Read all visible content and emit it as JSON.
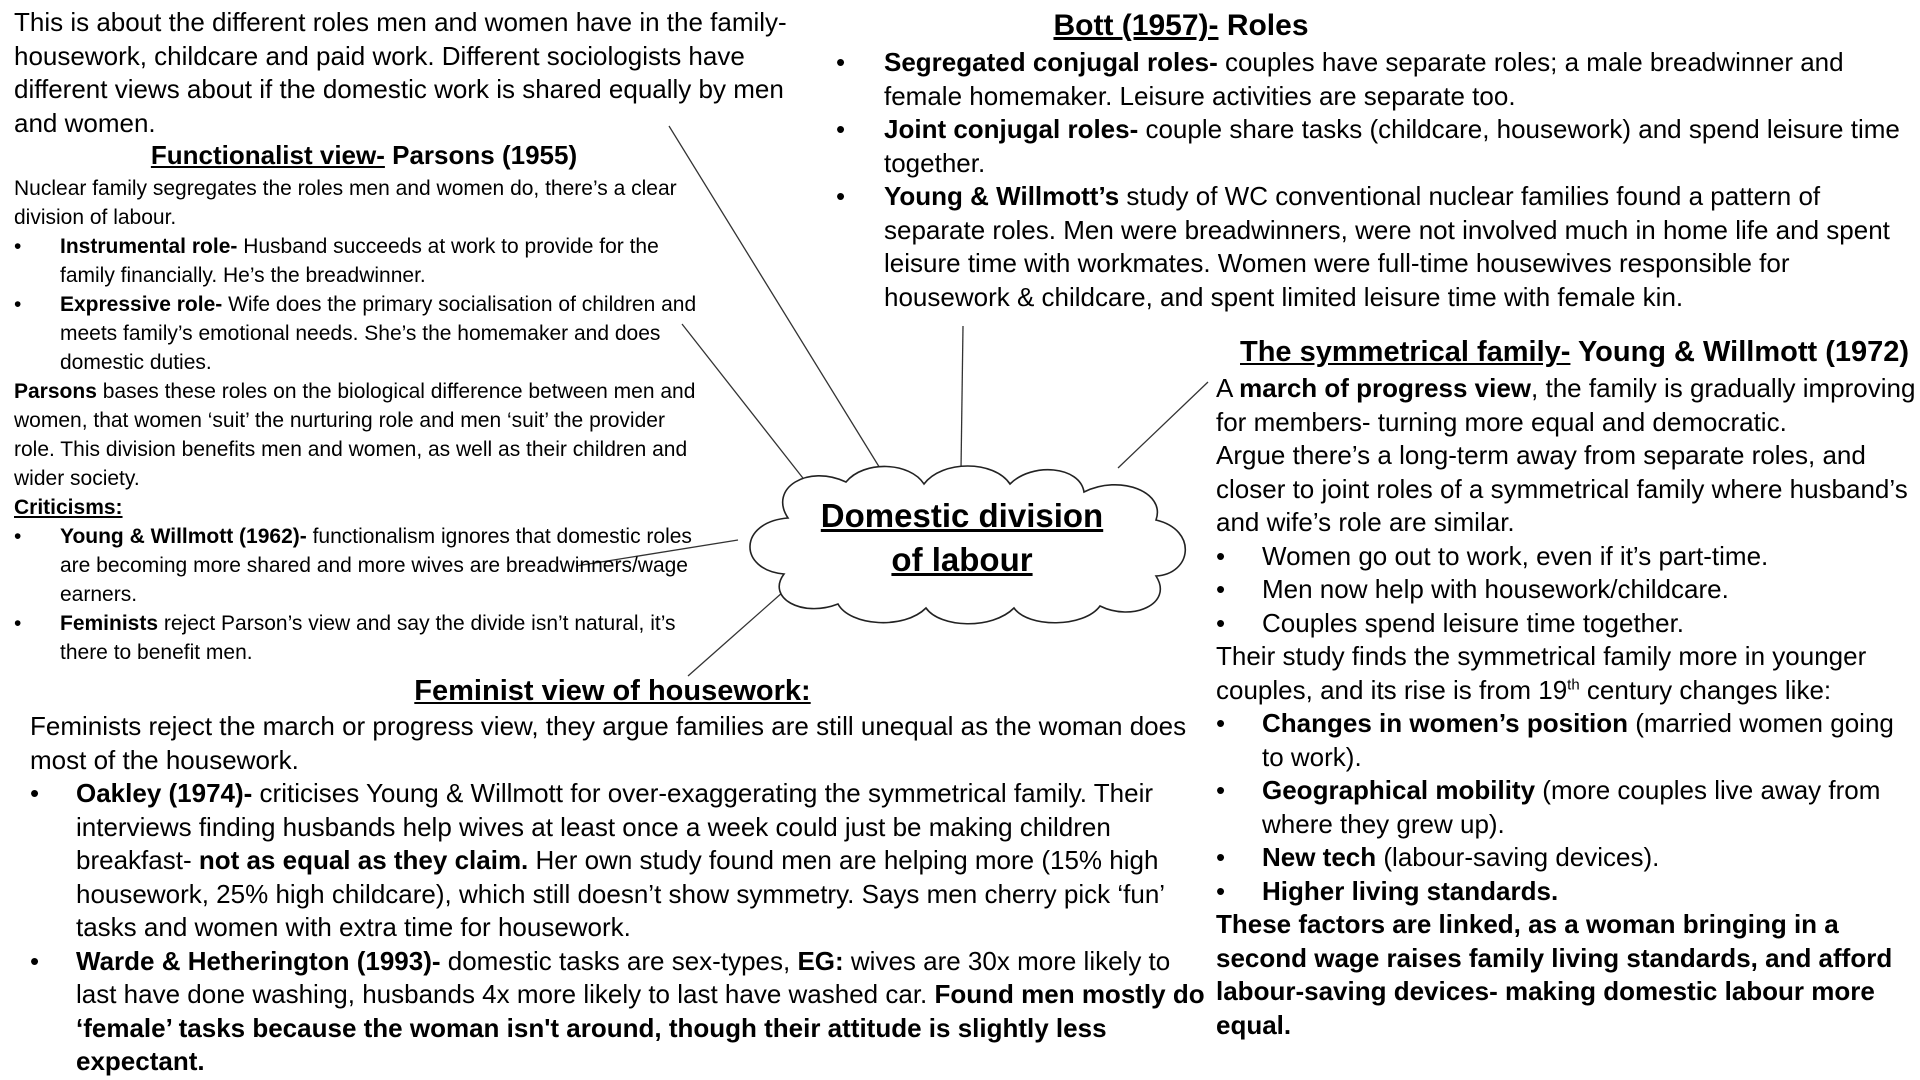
{
  "center": {
    "title": "Domestic division of labour"
  },
  "intro": {
    "text": "This is about the different roles men and women have in the family- housework, childcare and paid work. Different sociologists have different views about if the domestic work is shared equally by men and women."
  },
  "functionalist": {
    "heading_underlined": "Functionalist view-",
    "heading_rest": " Parsons (1955)",
    "summary": "Nuclear family segregates the roles men and women do, there’s a clear division of labour.",
    "roles": [
      {
        "term": "Instrumental role-",
        "text": " Husband succeeds at work to provide for the family financially. He’s the breadwinner."
      },
      {
        "term": "Expressive role-",
        "text": " Wife does the primary socialisation of children and meets family’s emotional needs. She’s the homemaker and does domestic duties."
      }
    ],
    "parsons_term": "Parsons",
    "parsons_text": " bases these roles on the biological difference between men and women, that women ‘suit’ the nurturing role and men ‘suit’ the provider role. This division benefits men and women, as well as their children and wider society.",
    "criticisms_label": "Criticisms:",
    "criticisms": [
      {
        "term": "Young & Willmott (1962)-",
        "text": " functionalism ignores that domestic roles are becoming more shared and more wives are breadwinners/wage earners."
      },
      {
        "term": "Feminists",
        "text": " reject Parson’s view and say the divide isn’t natural, it’s there to benefit men."
      }
    ]
  },
  "bott": {
    "heading_underlined": "Bott (1957)-",
    "heading_rest": " Roles",
    "items": [
      {
        "term": "Segregated conjugal roles-",
        "text": " couples have separate roles; a male breadwinner and female homemaker. Leisure activities are separate too."
      },
      {
        "term": "Joint conjugal roles-",
        "text": " couple share tasks (childcare, housework) and spend leisure time together."
      },
      {
        "term": "Young & Willmott’s",
        "text": " study of WC conventional nuclear families found a pattern of separate roles. Men were breadwinners, were not involved much in home life and spent leisure time with workmates. Women were full-time housewives responsible for housework & childcare, and spent limited leisure time with female kin."
      }
    ]
  },
  "symmetrical": {
    "heading_underlined": "The symmetrical family-",
    "heading_rest": " Young & Willmott (1972)",
    "p1_prefix": "A ",
    "p1_term": "march of progress view",
    "p1_text": ", the family is gradually improving for members- turning more equal and democratic.",
    "p2": "Argue there’s a long-term away from separate roles, and closer to joint roles of a symmetrical family where husband’s and wife’s role are similar.",
    "changes": [
      "Women go out to work, even if it’s part-time.",
      "Men now help with housework/childcare.",
      "Couples spend leisure time together."
    ],
    "study_before_sup": "Their study finds the symmetrical family more in younger couples, and its rise is from 19",
    "study_sup": "th",
    "study_after_sup": " century changes like:",
    "factors": [
      {
        "term": "Changes in women’s position",
        "text": " (married women going to work)."
      },
      {
        "term": "Geographical mobility",
        "text": " (more couples live away from where they grew up)."
      },
      {
        "term": "New tech",
        "text": " (labour-saving devices)."
      },
      {
        "term": "Higher living standards.",
        "text": ""
      }
    ],
    "conclusion": "These factors are linked, as a woman bringing in a second wage raises family living standards, and afford labour-saving devices- making domestic labour more equal."
  },
  "feminist": {
    "heading": "Feminist view of housework:",
    "intro": "Feminists reject the march or progress view, they argue families are still unequal as the woman does most of the housework.",
    "oakley_term": "Oakley (1974)-",
    "oakley_text1": " criticises Young & Willmott for over-exaggerating the symmetrical family. Their interviews finding husbands help wives at least once a week could just be making children breakfast- ",
    "oakley_bold": "not as equal as they claim.",
    "oakley_text2": " Her own study found men are helping more (15% high housework, 25% high childcare), which still doesn’t show symmetry. Says men cherry pick ‘fun’ tasks and women with extra time for housework.",
    "warde_term": "Warde & Hetherington (1993)-",
    "warde_text1": " domestic tasks are sex-types, ",
    "warde_eg": "EG:",
    "warde_text2": " wives are 30x more likely to last have done washing, husbands 4x more likely to last have washed car. ",
    "warde_bold": "Found men mostly do ‘female’ tasks because the woman isn't around, though their attitude is slightly less expectant."
  }
}
